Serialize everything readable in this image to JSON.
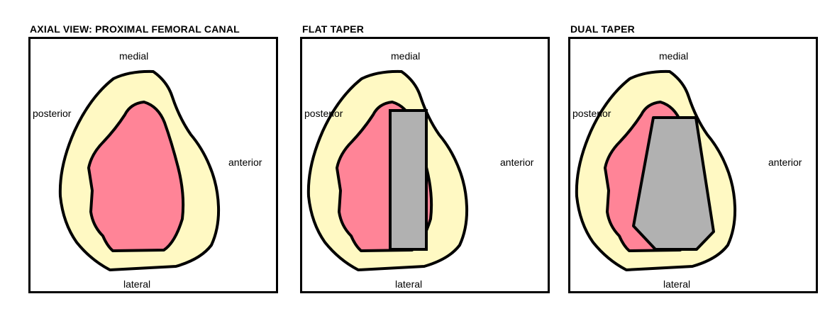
{
  "colors": {
    "cortex": "#fff9c3",
    "canal": "#ff8497",
    "implant": "#b1b1b1",
    "outline": "#000000"
  },
  "panels": [
    {
      "title": "AXIAL VIEW: PROXIMAL FEMORAL CANAL",
      "labels": {
        "medial": "medial",
        "posterior": "posterior",
        "anterior": "anterior",
        "lateral": "lateral"
      },
      "implant": "none"
    },
    {
      "title": "FLAT TAPER",
      "labels": {
        "medial": "medial",
        "posterior": "posterior",
        "anterior": "anterior",
        "lateral": "lateral"
      },
      "implant": "flat-taper"
    },
    {
      "title": "DUAL TAPER",
      "labels": {
        "medial": "medial",
        "posterior": "posterior",
        "anterior": "anterior",
        "lateral": "lateral"
      },
      "implant": "dual-taper"
    }
  ]
}
